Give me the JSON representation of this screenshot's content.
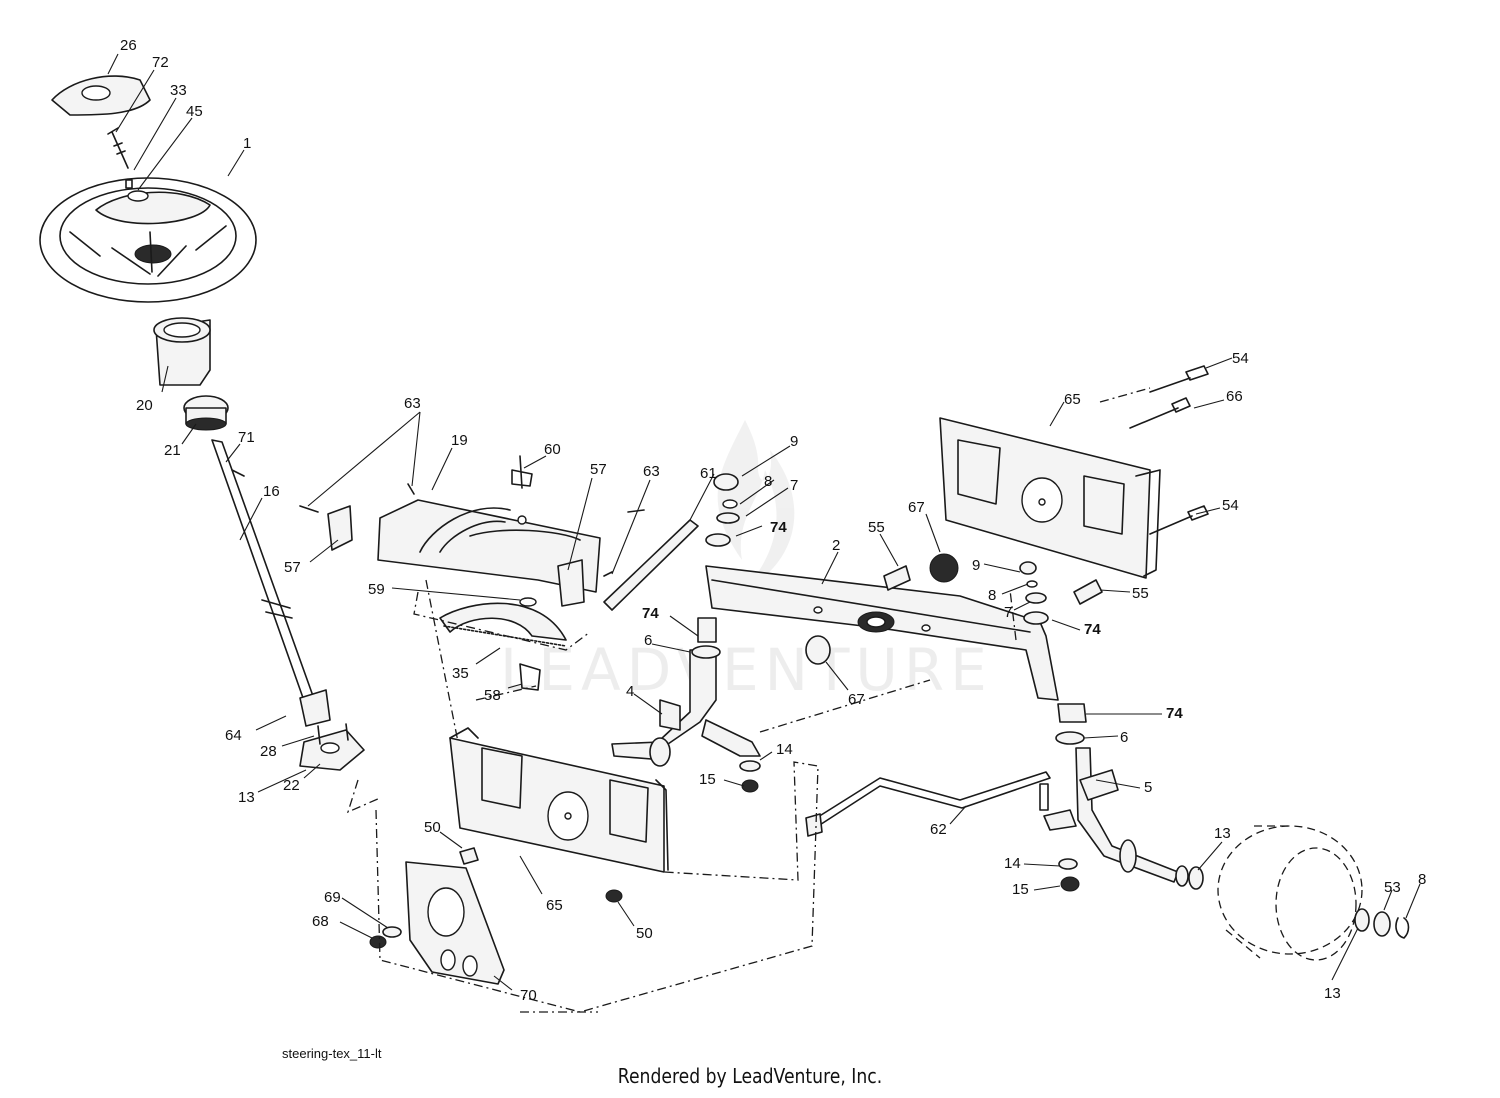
{
  "diagram_code": "steering-tex_11-lt",
  "footer_credit": "Rendered by LeadVenture, Inc.",
  "watermark": "LEADVENTURE",
  "colors": {
    "ink": "#1a1a1a",
    "background": "#ffffff",
    "watermark": "#ececec"
  },
  "callouts": [
    "26",
    "72",
    "33",
    "45",
    "1",
    "20",
    "21",
    "71",
    "16",
    "64",
    "28",
    "13",
    "22",
    "63",
    "19",
    "60",
    "57",
    "63",
    "57",
    "59",
    "35",
    "58",
    "61",
    "9",
    "8",
    "7",
    "74",
    "74",
    "6",
    "4",
    "14",
    "15",
    "2",
    "55",
    "67",
    "67",
    "65",
    "54",
    "66",
    "54",
    "9",
    "8",
    "7",
    "74",
    "55",
    "74",
    "6",
    "5",
    "62",
    "14",
    "15",
    "13",
    "53",
    "8",
    "13",
    "50",
    "69",
    "68",
    "65",
    "50",
    "70"
  ]
}
